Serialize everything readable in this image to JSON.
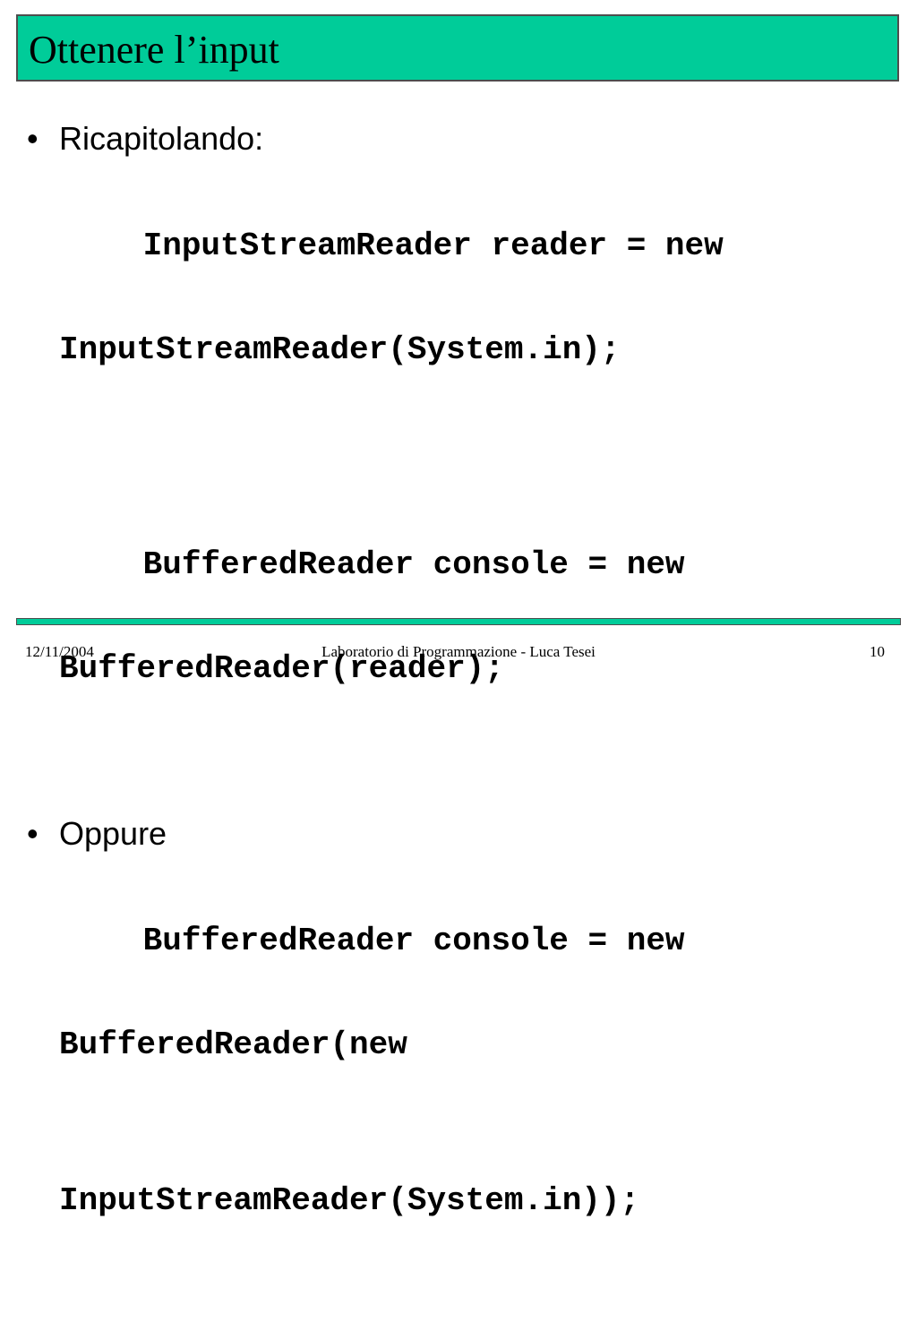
{
  "slide": {
    "title": "Ottenere l’input",
    "colors": {
      "accent": "#00cc99",
      "border": "#4d4d4d",
      "background": "#ffffff",
      "text": "#000000"
    }
  },
  "content": {
    "bullet_char": "•",
    "bullet1": "Ricapitolando:",
    "code1_line1": "InputStreamReader reader = new",
    "code1_line2": "InputStreamReader(System.in);",
    "code2_line1": "BufferedReader console = new",
    "code2_line2": "BufferedReader(reader);",
    "bullet2": "Oppure",
    "code3_line1": "BufferedReader console = new",
    "code3_line2": "BufferedReader(new",
    "code3_line3": "InputStreamReader(System.in));"
  },
  "footer": {
    "date": "12/11/2004",
    "center": "Laboratorio di Programmazione - Luca Tesei",
    "page": "10"
  }
}
